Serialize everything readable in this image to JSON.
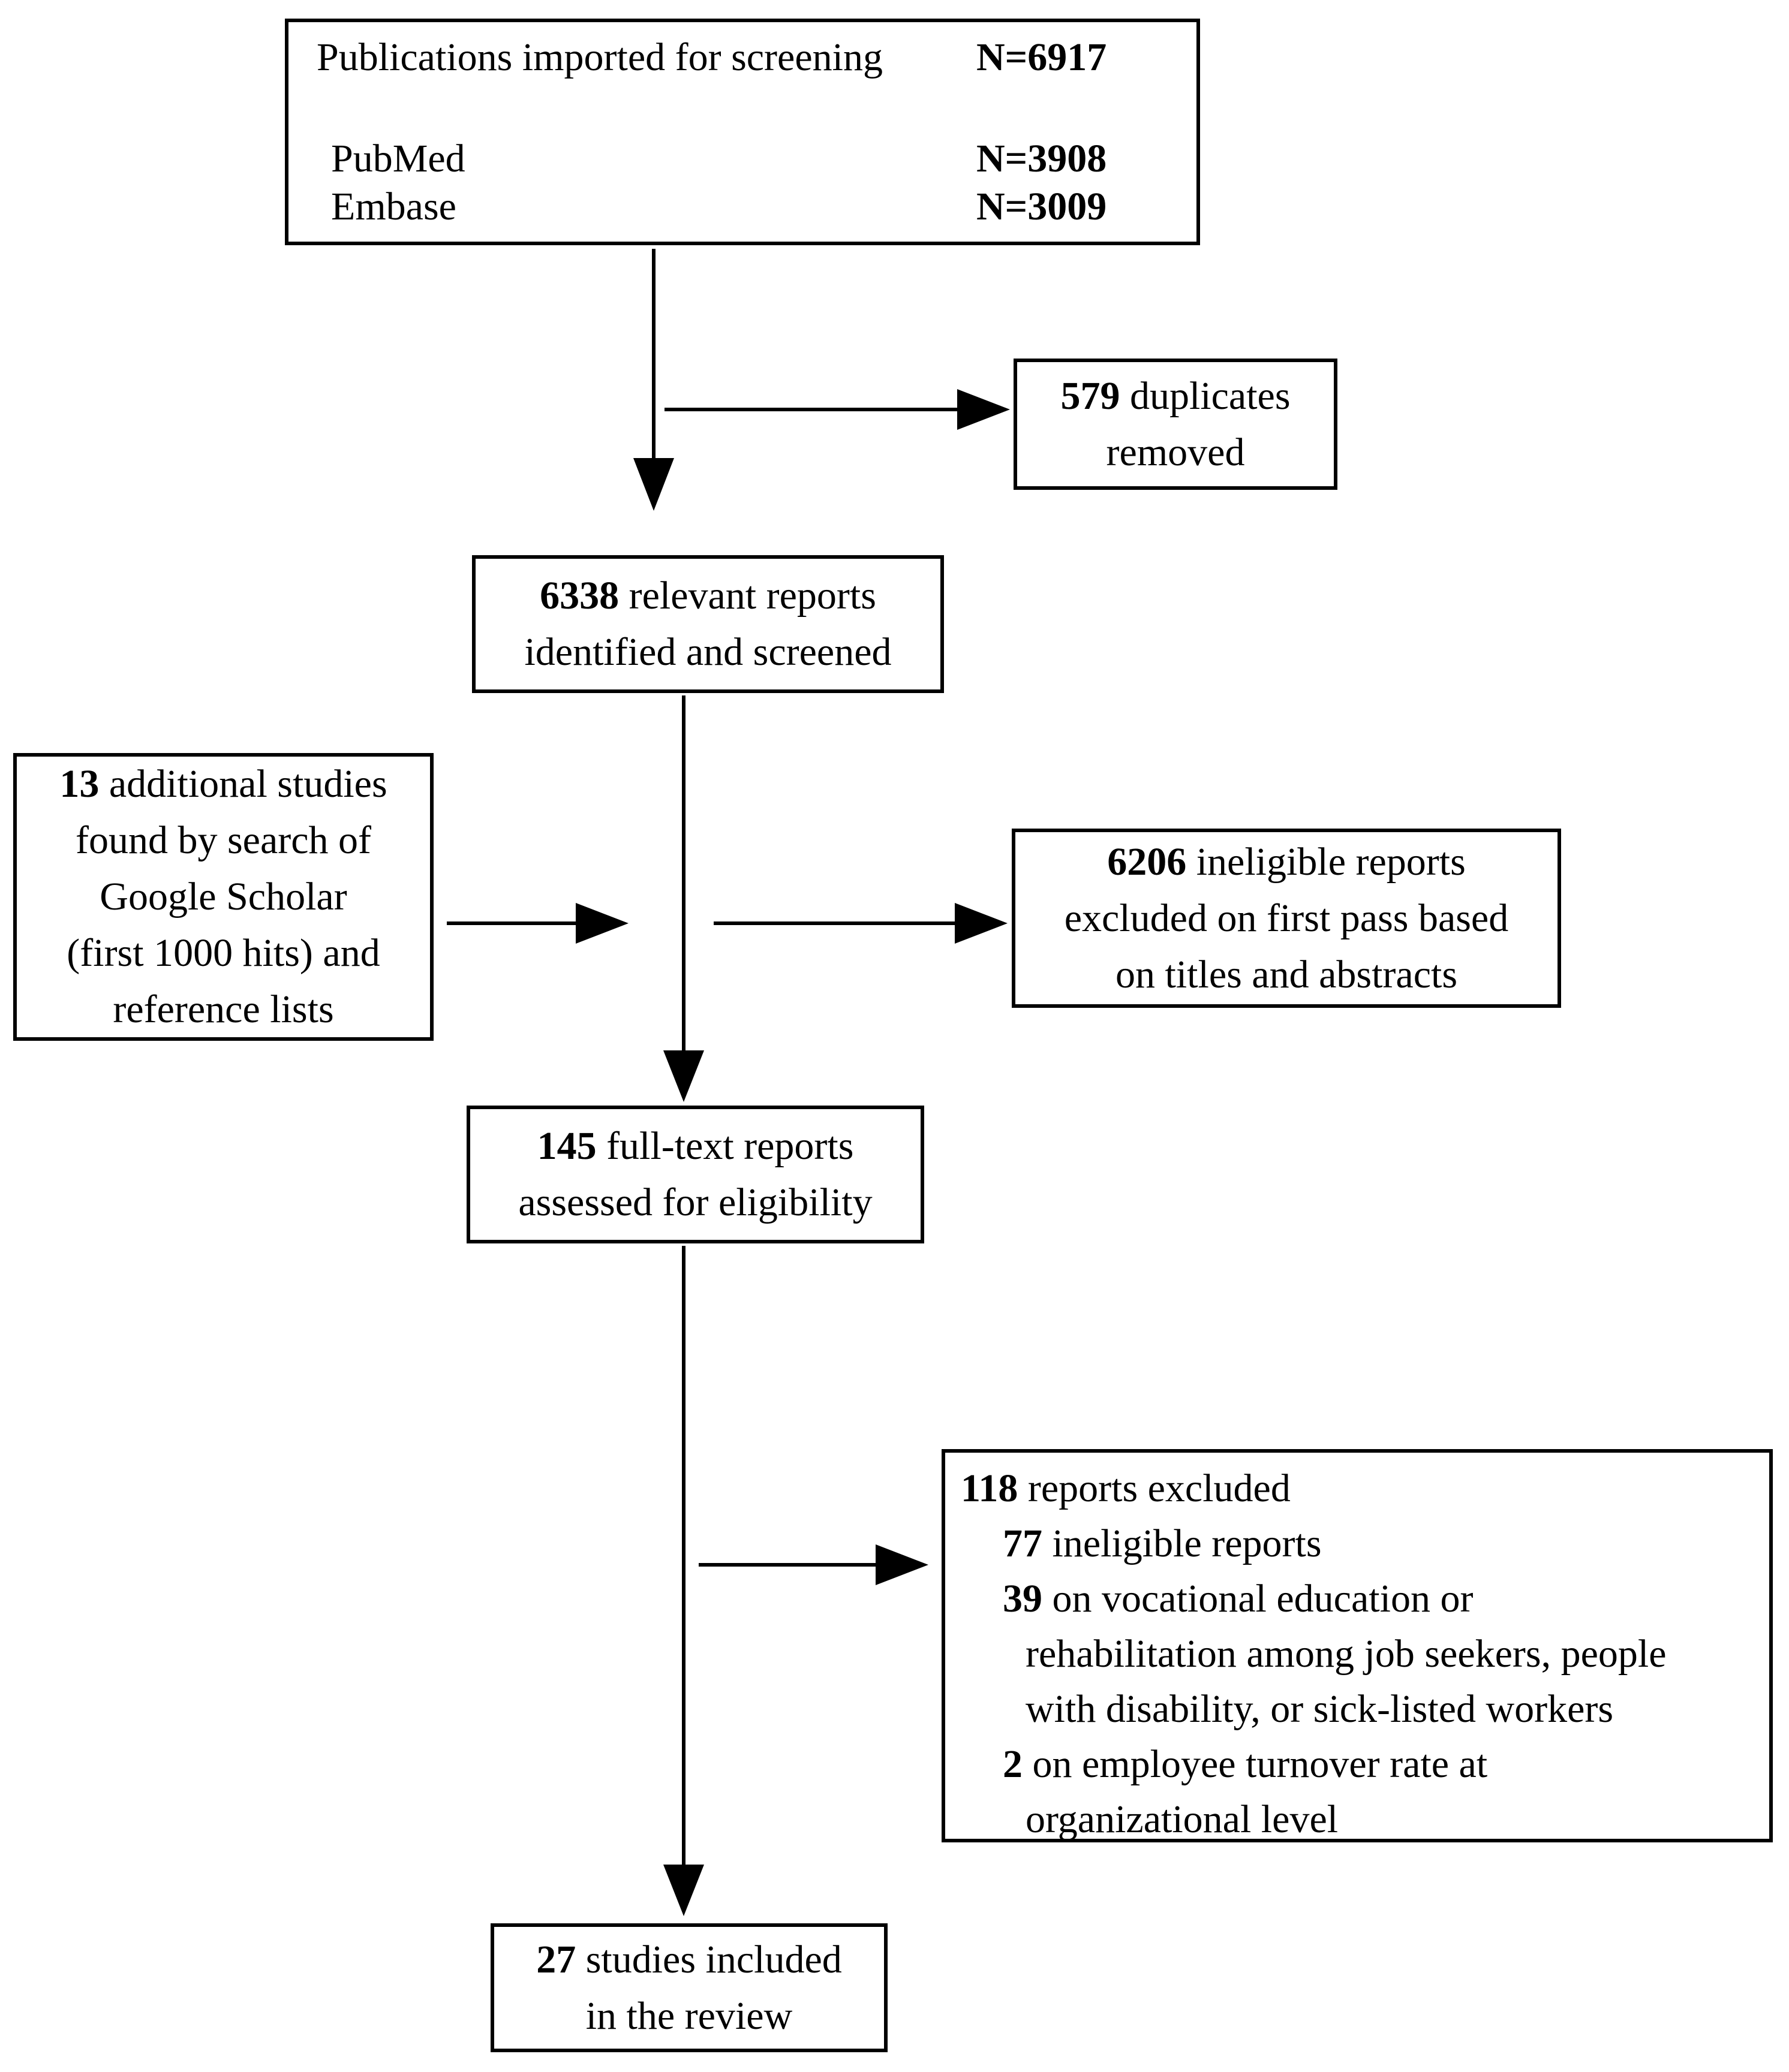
{
  "colors": {
    "ink": "#000000",
    "background": "#ffffff"
  },
  "boxes": {
    "imported": {
      "title": "Publications imported for screening",
      "total": "N=6917",
      "sources": [
        {
          "label": "PubMed",
          "value": "N=3908"
        },
        {
          "label": "Embase",
          "value": "N=3009"
        }
      ]
    },
    "duplicates": {
      "lines": [
        {
          "indent": 0,
          "segs": [
            {
              "t": "579",
              "b": true
            },
            {
              "t": " duplicates"
            }
          ]
        },
        {
          "indent": 0,
          "segs": [
            {
              "t": "removed"
            }
          ]
        }
      ]
    },
    "screened": {
      "lines": [
        {
          "indent": 0,
          "segs": [
            {
              "t": "6338",
              "b": true
            },
            {
              "t": " relevant reports"
            }
          ]
        },
        {
          "indent": 0,
          "segs": [
            {
              "t": "identified and screened"
            }
          ]
        }
      ]
    },
    "additional": {
      "lines": [
        {
          "indent": 0,
          "segs": [
            {
              "t": "13",
              "b": true
            },
            {
              "t": " additional studies"
            }
          ]
        },
        {
          "indent": 0,
          "segs": [
            {
              "t": "found by search of"
            }
          ]
        },
        {
          "indent": 0,
          "segs": [
            {
              "t": "Google Scholar"
            }
          ]
        },
        {
          "indent": 0,
          "segs": [
            {
              "t": "(first 1000 hits) and"
            }
          ]
        },
        {
          "indent": 0,
          "segs": [
            {
              "t": "reference lists"
            }
          ]
        }
      ]
    },
    "first_pass": {
      "lines": [
        {
          "indent": 0,
          "segs": [
            {
              "t": "6206",
              "b": true
            },
            {
              "t": " ineligible reports"
            }
          ]
        },
        {
          "indent": 0,
          "segs": [
            {
              "t": "excluded on first pass based"
            }
          ]
        },
        {
          "indent": 0,
          "segs": [
            {
              "t": "on titles and abstracts"
            }
          ]
        }
      ]
    },
    "full_text": {
      "lines": [
        {
          "indent": 0,
          "segs": [
            {
              "t": "145",
              "b": true
            },
            {
              "t": " full-text reports"
            }
          ]
        },
        {
          "indent": 0,
          "segs": [
            {
              "t": "assessed for eligibility"
            }
          ]
        }
      ]
    },
    "excluded": {
      "lines": [
        {
          "indent": 0,
          "segs": [
            {
              "t": "118",
              "b": true
            },
            {
              "t": " reports excluded"
            }
          ]
        },
        {
          "indent": 1,
          "segs": [
            {
              "t": "77",
              "b": true
            },
            {
              "t": " ineligible reports"
            }
          ]
        },
        {
          "indent": 1,
          "segs": [
            {
              "t": "39",
              "b": true
            },
            {
              "t": " on vocational education or"
            }
          ]
        },
        {
          "indent": 2,
          "segs": [
            {
              "t": "rehabilitation among job seekers, people"
            }
          ]
        },
        {
          "indent": 2,
          "segs": [
            {
              "t": "with disability, or sick-listed workers"
            }
          ]
        },
        {
          "indent": 1,
          "segs": [
            {
              "t": "2",
              "b": true
            },
            {
              "t": " on employee turnover rate at"
            }
          ]
        },
        {
          "indent": 2,
          "segs": [
            {
              "t": "organizational level"
            }
          ]
        }
      ]
    },
    "included": {
      "lines": [
        {
          "indent": 0,
          "segs": [
            {
              "t": "27",
              "b": true
            },
            {
              "t": " studies included"
            }
          ]
        },
        {
          "indent": 0,
          "segs": [
            {
              "t": "in the review"
            }
          ]
        }
      ]
    }
  }
}
